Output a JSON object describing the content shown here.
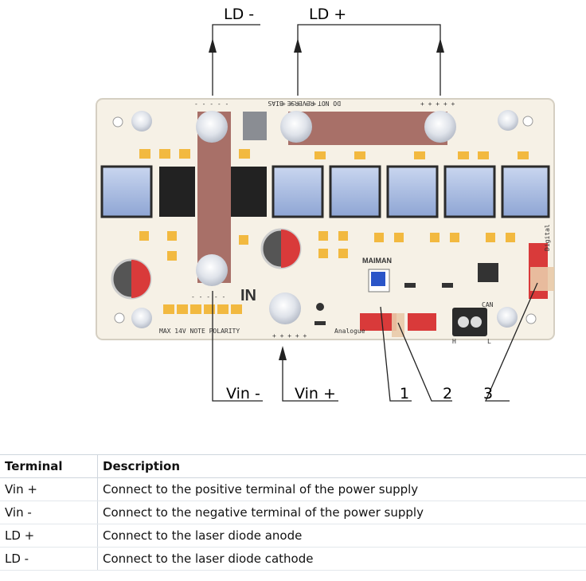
{
  "labels": {
    "ld_minus": "LD -",
    "ld_plus": "LD +",
    "vin_minus": "Vin -",
    "vin_plus": "Vin +",
    "c1": "1",
    "c2": "2",
    "c3": "3"
  },
  "board": {
    "in_label": "IN",
    "max_note": "MAX 14V NOTE POLARITY",
    "do_not_reverse": "DO NOT REVERSE BIAS",
    "brand": "MAIMAN",
    "analogue": "Analogue",
    "can": "CAN",
    "digital": "Digital",
    "h": "H",
    "l": "L",
    "pin_marks_plus": "+ + + + +",
    "pin_marks_minus": "- - - - -"
  },
  "table": {
    "headers": [
      "Terminal",
      "Description"
    ],
    "rows": [
      {
        "terminal": "Vin +",
        "description": "Connect to the positive terminal of the power supply"
      },
      {
        "terminal": "Vin -",
        "description": "Connect to the negative terminal of the power supply"
      },
      {
        "terminal": "LD +",
        "description": "Connect to the laser diode anode"
      },
      {
        "terminal": "LD -",
        "description": "Connect to the laser diode cathode"
      }
    ]
  },
  "colors": {
    "board": "#f6f1e6",
    "pad": "#f2b940",
    "busbar": "#a87068",
    "mosfet_dark": "#222222",
    "mosfet_light": "#9fb3d9",
    "red_header": "#d93a3a"
  }
}
